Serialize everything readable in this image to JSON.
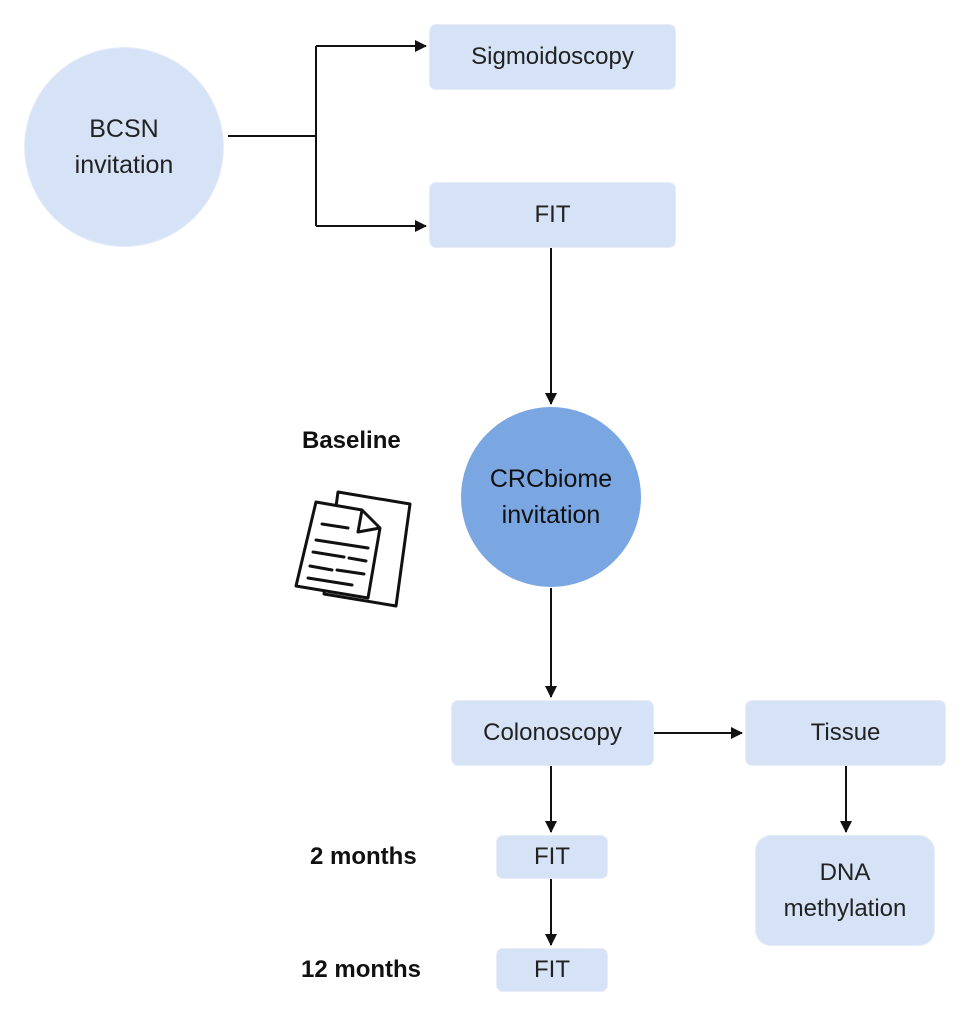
{
  "nodes": {
    "bcsn": {
      "line1": "BCSN",
      "line2": "invitation"
    },
    "sigmoidoscopy": "Sigmoidoscopy",
    "fit_top": "FIT",
    "crcbiome": {
      "line1": "CRCbiome",
      "line2": "invitation"
    },
    "colonoscopy": "Colonoscopy",
    "tissue": "Tissue",
    "dna": {
      "line1": "DNA",
      "line2": "methylation"
    },
    "fit_2m": "FIT",
    "fit_12m": "FIT"
  },
  "labels": {
    "baseline": "Baseline",
    "two_months": "2 months",
    "twelve_months": "12 months"
  },
  "icons": {
    "questionnaire": "document-stack-icon"
  },
  "colors": {
    "light_node": "#d6e3f7",
    "highlight_node": "#7aa7e2",
    "arrow": "#111111"
  }
}
